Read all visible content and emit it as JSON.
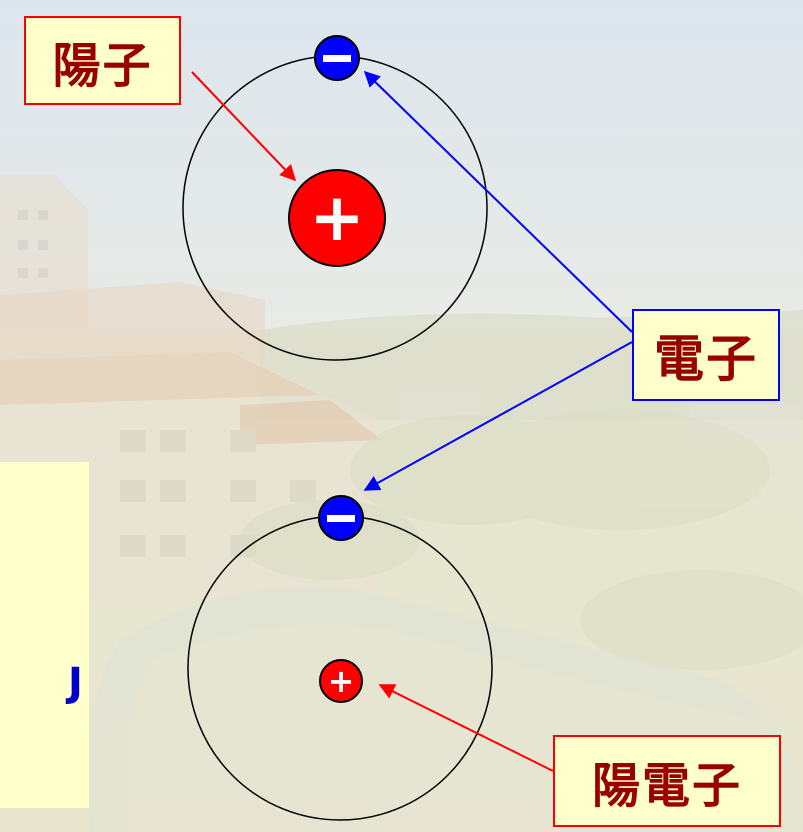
{
  "labels": {
    "proton": "陽子",
    "electron": "電子",
    "positron": "陽電子",
    "side_fragment": "J"
  },
  "symbols": {
    "plus": "+",
    "minus": "−"
  },
  "colors": {
    "label_text": "#990000",
    "label_fill": "#ffffcc",
    "proton_fill": "#ff0000",
    "electron_fill": "#0000ff",
    "red_arrow": "#ff0000",
    "blue_arrow": "#0000ff",
    "side_text": "#0000cc"
  }
}
